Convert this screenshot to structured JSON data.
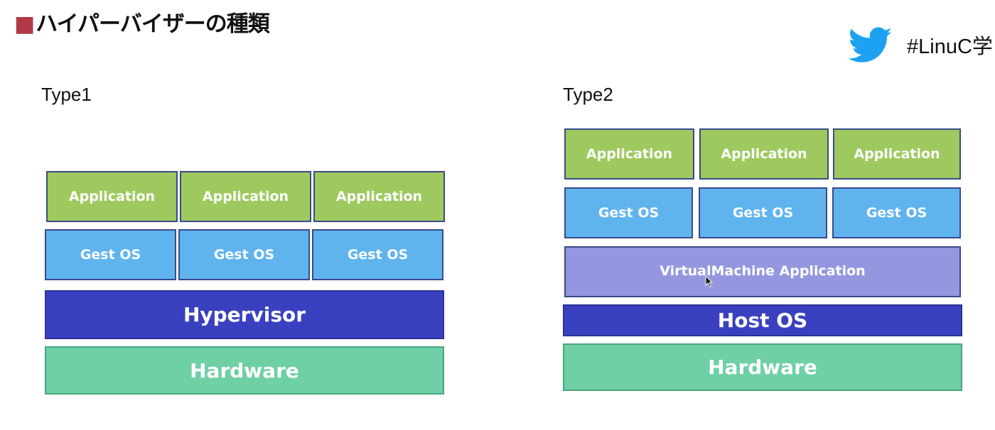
{
  "header": {
    "marker": "■",
    "title": "ハイパーバイザーの種類",
    "hashtag": "#LinuC学",
    "twitter_icon": "twitter-bird-icon",
    "twitter_color": "#1da1f2"
  },
  "type1": {
    "label": "Type1",
    "applications": [
      "Application",
      "Application",
      "Application"
    ],
    "guest_os": [
      "Gest OS",
      "Gest OS",
      "Gest OS"
    ],
    "hypervisor": "Hypervisor",
    "hardware": "Hardware"
  },
  "type2": {
    "label": "Type2",
    "applications": [
      "Application",
      "Application",
      "Application"
    ],
    "guest_os": [
      "Gest OS",
      "Gest OS",
      "Gest OS"
    ],
    "vm_application": "VirtualMachine Application",
    "host_os": "Host OS",
    "hardware": "Hardware"
  },
  "colors": {
    "application": "#9ec95f",
    "guest_os": "#5fb4ee",
    "vm_application": "#9497df",
    "hypervisor": "#3a41c0",
    "hardware": "#6fcfa5",
    "title_marker": "#b03a48"
  }
}
